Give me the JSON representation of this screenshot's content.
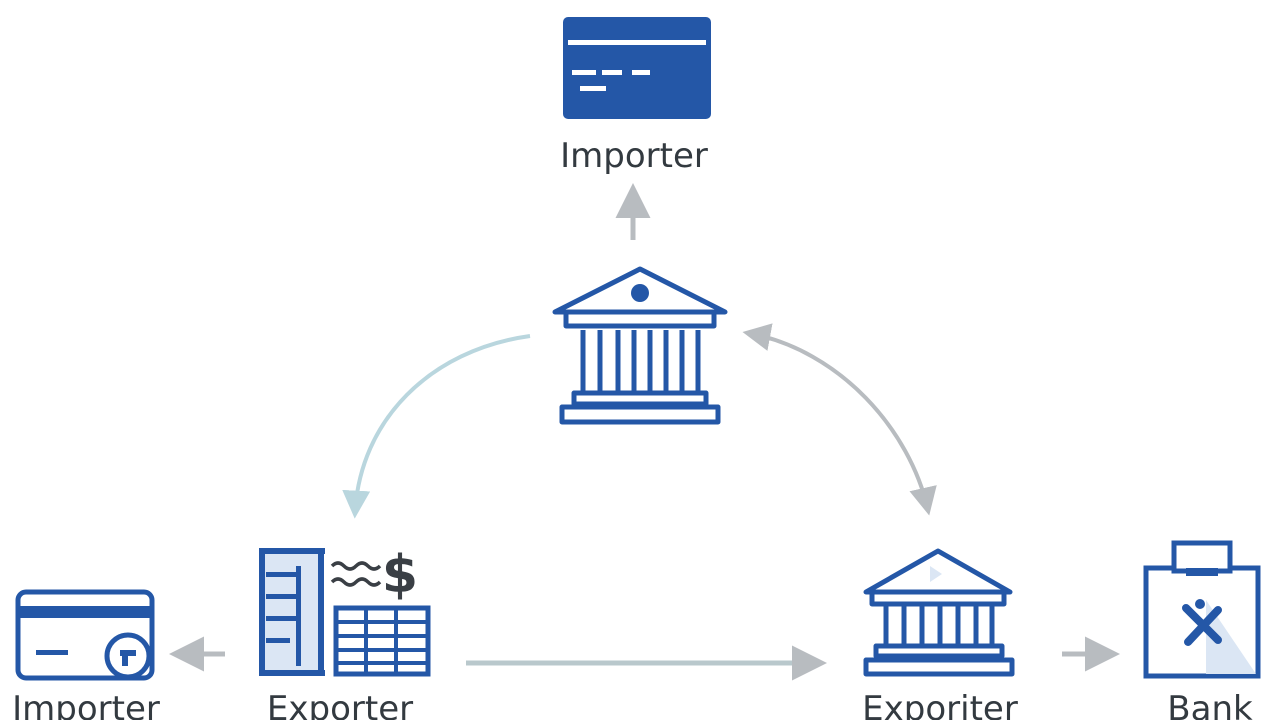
{
  "colors": {
    "primary_blue": "#2457a7",
    "light_blue": "#dbe6f4",
    "arrow_gray": "#b8bcc0",
    "arrow_teal": "#b9d6de",
    "text": "#333a40"
  },
  "nodes": {
    "top_importer": {
      "label": "Importer",
      "icon": "document-window-icon"
    },
    "central_bank": {
      "icon": "bank-building-icon"
    },
    "left_importer": {
      "label": "Importer",
      "icon": "credit-card-lock-icon"
    },
    "exporter": {
      "label": "Exporter",
      "icon": "office-building-dollar-icon"
    },
    "exporter_bank": {
      "label": "Exporiter",
      "icon": "bank-building-icon"
    },
    "bank": {
      "label": "Bank",
      "icon": "shopping-bag-icon"
    }
  }
}
